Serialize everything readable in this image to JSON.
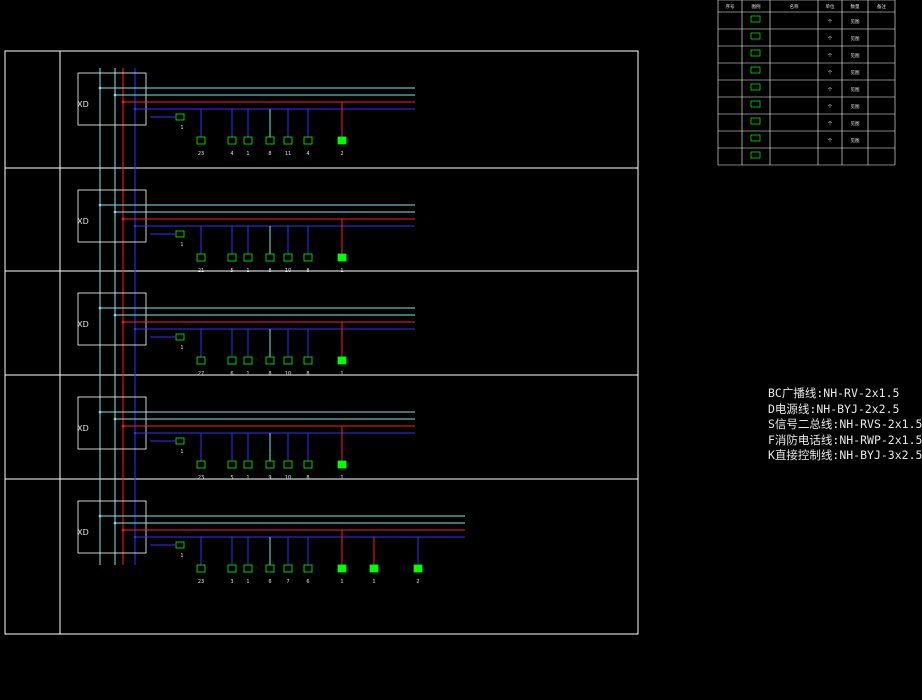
{
  "colors": {
    "background": "#000000",
    "frame": "#ffffff",
    "cyan": "#7fe8e8",
    "red": "#ff2020",
    "blue": "#3030ff",
    "green": "#00ff00",
    "label": "#e0e0e0"
  },
  "drawing": {
    "floors": [
      {
        "device_counts": [
          "23",
          "4",
          "1",
          "8",
          "11",
          "4",
          "2"
        ],
        "module_count": "1"
      },
      {
        "device_counts": [
          "21",
          "5",
          "1",
          "8",
          "10",
          "8",
          "1"
        ],
        "module_count": "1"
      },
      {
        "device_counts": [
          "27",
          "6",
          "1",
          "8",
          "10",
          "8",
          "1"
        ],
        "module_count": "1"
      },
      {
        "device_counts": [
          "23",
          "5",
          "1",
          "9",
          "10",
          "8",
          "1"
        ],
        "module_count": "1"
      },
      {
        "device_counts": [
          "23",
          "3",
          "1",
          "6",
          "7",
          "6",
          "1",
          "1",
          "2"
        ],
        "module_count": "1"
      }
    ],
    "box_label": "XD"
  },
  "symbol_table": {
    "headers": [
      "序号",
      "图例",
      "名称",
      "单位",
      "数量",
      "备注"
    ],
    "rows": [
      {
        "unit": "个",
        "qty": "见图"
      },
      {
        "unit": "个",
        "qty": "见图"
      },
      {
        "unit": "个",
        "qty": "见图"
      },
      {
        "unit": "个",
        "qty": "见图"
      },
      {
        "unit": "个",
        "qty": "见图"
      },
      {
        "unit": "个",
        "qty": "见图"
      },
      {
        "unit": "个",
        "qty": "见图"
      },
      {
        "unit": "个",
        "qty": "见图"
      },
      {
        "unit": "",
        "qty": ""
      }
    ]
  },
  "cable_legend": [
    "BC广播线:NH-RV-2x1.5",
    "D电源线:NH-BYJ-2x2.5",
    "S信号二总线:NH-RVS-2x1.5",
    "F消防电话线:NH-RWP-2x1.5",
    "K直接控制线:NH-BYJ-3x2.5"
  ]
}
